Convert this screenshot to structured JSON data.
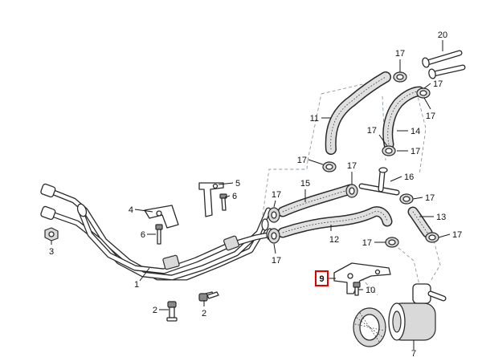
{
  "colors": {
    "line": "#2b2b2b",
    "hose_fill": "#e0e0e0",
    "dash_line": "#8c98a8",
    "highlight": "#e00000"
  },
  "callouts": [
    {
      "id": "c1",
      "label": "1"
    },
    {
      "id": "c2a",
      "label": "2"
    },
    {
      "id": "c2b",
      "label": "2"
    },
    {
      "id": "c3",
      "label": "3"
    },
    {
      "id": "c4",
      "label": "4"
    },
    {
      "id": "c5",
      "label": "5"
    },
    {
      "id": "c6a",
      "label": "6"
    },
    {
      "id": "c6b",
      "label": "6"
    },
    {
      "id": "c7",
      "label": "7"
    },
    {
      "id": "c9",
      "label": "9",
      "highlighted": true
    },
    {
      "id": "c10",
      "label": "10"
    },
    {
      "id": "c11",
      "label": "11"
    },
    {
      "id": "c12",
      "label": "12"
    },
    {
      "id": "c13",
      "label": "13"
    },
    {
      "id": "c14",
      "label": "14"
    },
    {
      "id": "c15",
      "label": "15"
    },
    {
      "id": "c16",
      "label": "16"
    },
    {
      "id": "c17a",
      "label": "17"
    },
    {
      "id": "c17b",
      "label": "17"
    },
    {
      "id": "c17c",
      "label": "17"
    },
    {
      "id": "c17d",
      "label": "17"
    },
    {
      "id": "c17e",
      "label": "17"
    },
    {
      "id": "c17f",
      "label": "17"
    },
    {
      "id": "c17g",
      "label": "17"
    },
    {
      "id": "c17h",
      "label": "17"
    },
    {
      "id": "c17i",
      "label": "17"
    },
    {
      "id": "c17j",
      "label": "17"
    },
    {
      "id": "c17k",
      "label": "17"
    },
    {
      "id": "c17l",
      "label": "17"
    },
    {
      "id": "c20",
      "label": "20"
    }
  ]
}
